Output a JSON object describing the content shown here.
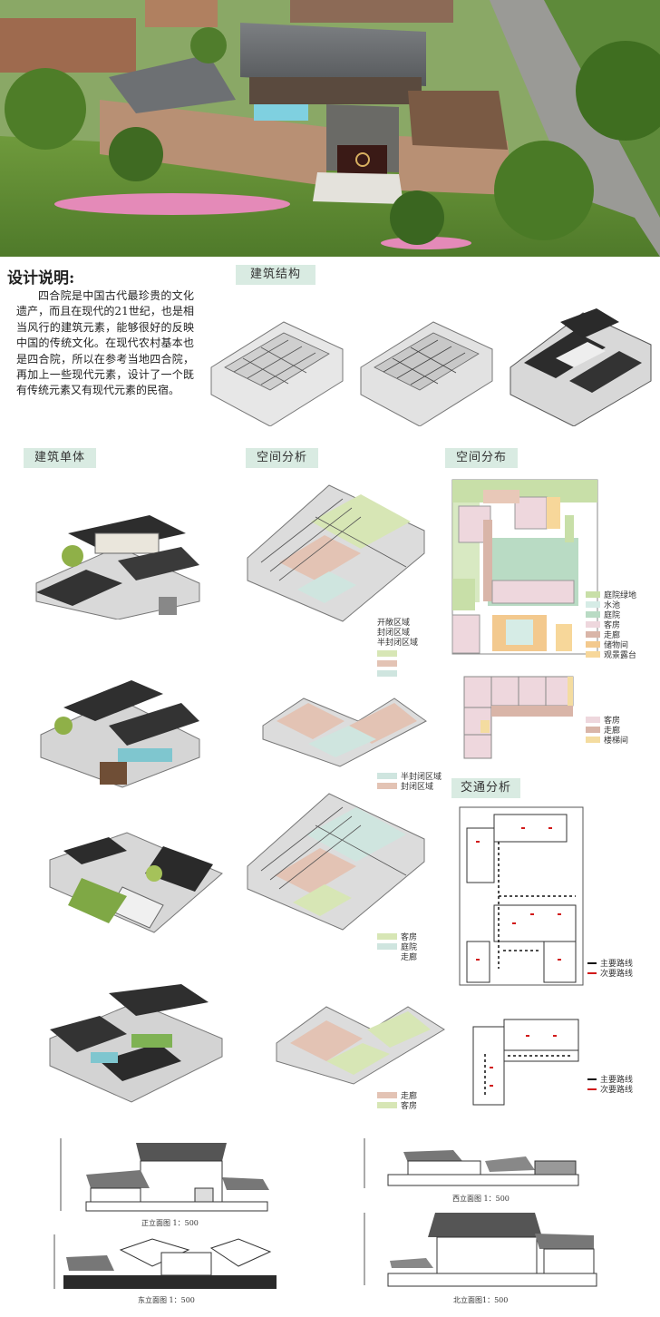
{
  "intro": {
    "title": "设计说明:",
    "body": "四合院是中国古代最珍贵的文化遗产，而且在现代的21世纪，也是相当风行的建筑元素，能够很好的反映中国的传统文化。在现代农村基本也是四合院，所以在参考当地四合院，再加上一些现代元素，设计了一个既有传统元素又有现代元素的民宿。"
  },
  "tags": {
    "structure": "建筑结构",
    "single": "建筑单体",
    "space_analysis": "空间分析",
    "space_layout": "空间分布",
    "traffic": "交通分析"
  },
  "colors": {
    "courtyard_green": "#c8dfa8",
    "pool": "#d6ece6",
    "courtyard": "#b9dbc4",
    "guest_room": "#eed7dd",
    "corridor": "#d9b5a8",
    "storage": "#f3c98e",
    "deck": "#f7d79a",
    "stair": "#f4dca0",
    "open_zone": "#d7e6b5",
    "closed_zone": "#e3c3b4",
    "semi_closed": "#cfe5df",
    "main_route": "#111111",
    "secondary_route": "#d11a1a"
  },
  "legend_layout_1": {
    "items": [
      "庭院绿地",
      "水池",
      "庭院",
      "客房",
      "走廊",
      "储物间",
      "观景露台"
    ]
  },
  "legend_layout_2": {
    "items": [
      "客房",
      "走廊",
      "楼梯间"
    ]
  },
  "legend_space_1": {
    "items": [
      "开敞区域",
      "封闭区域",
      "半封闭区域"
    ]
  },
  "legend_space_2": {
    "items": [
      "半封闭区域",
      "封闭区域"
    ]
  },
  "legend_space_3": {
    "items": [
      "客房",
      "庭院",
      "走廊"
    ]
  },
  "legend_space_4": {
    "items": [
      "走廊",
      "客房"
    ]
  },
  "legend_traffic": {
    "main": "主要路线",
    "secondary": "次要路线"
  },
  "elevations": {
    "south": "正立面图 1：500",
    "west": "西立面图 1：500",
    "east": "东立面图 1：500",
    "north": "北立面图1：500"
  }
}
